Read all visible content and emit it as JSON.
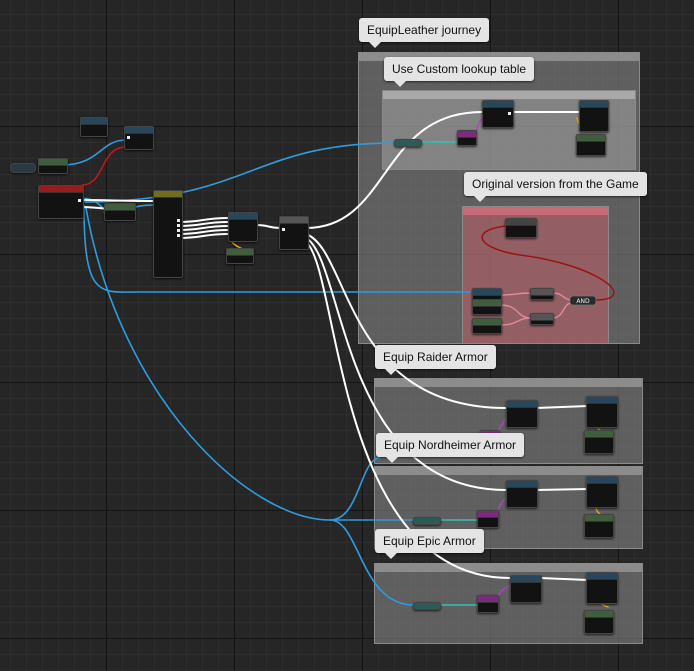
{
  "comments": [
    {
      "id": "leather",
      "bubble": "EquipLeather journey",
      "header": ""
    },
    {
      "id": "custom",
      "bubble": "Use Custom lookup table",
      "header": ""
    },
    {
      "id": "original",
      "bubble": "Original version from the Game",
      "header": ""
    },
    {
      "id": "raider",
      "bubble": "Equip Raider Armor",
      "header": ""
    },
    {
      "id": "nordheimer",
      "bubble": "Equip Nordheimer Armor",
      "header": ""
    },
    {
      "id": "epic",
      "bubble": "Equip Epic Armor",
      "header": ""
    }
  ],
  "and_node_label": "AND",
  "colors": {
    "exec_wire": "#ffffff",
    "object_wire": "#2e9ce0",
    "bool_wire": "#c01818",
    "struct_wire": "#e08a9b",
    "int_wire": "#2fc4b2",
    "red_node_header": "#9a1b1b",
    "yellow_node_header": "#6f6e1e",
    "green_node_header": "#3e5e3e",
    "blue_node_header": "#29475a"
  }
}
